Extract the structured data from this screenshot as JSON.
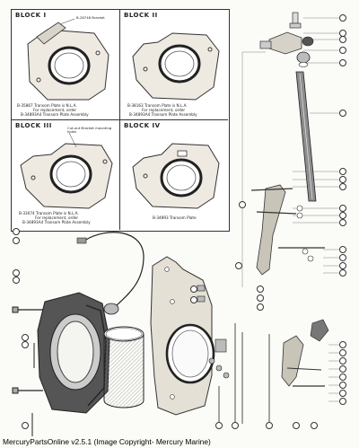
{
  "blocks": [
    {
      "title": "BLOCK  I",
      "callout": "B-28748 Bracket",
      "notes": [
        "B-35867 Transom Plate is N.L.A.",
        "For replacement, order",
        "B-34893A4 Transom Plate Assembly"
      ]
    },
    {
      "title": "BLOCK  II",
      "callout": "",
      "notes": [
        "B-38163 Transom Plate is N.L.A.",
        "For replacement, order",
        "B-34893A4 Transom Plate Assembly"
      ]
    },
    {
      "title": "BLOCK  III",
      "callout": "Cut-out Bracket mounting holes",
      "notes": [
        "B-33074 Transom Plate is N.L.A.",
        "For replacement, order",
        "B-34893A4 Transom Plate Assembly"
      ]
    },
    {
      "title": "BLOCK  IV",
      "callout": "",
      "notes": [
        "B-34893 Transom Plate"
      ]
    }
  ],
  "footer": "MercuryPartsOnline v2.5.1 (Image Copyright- Mercury Marine)"
}
